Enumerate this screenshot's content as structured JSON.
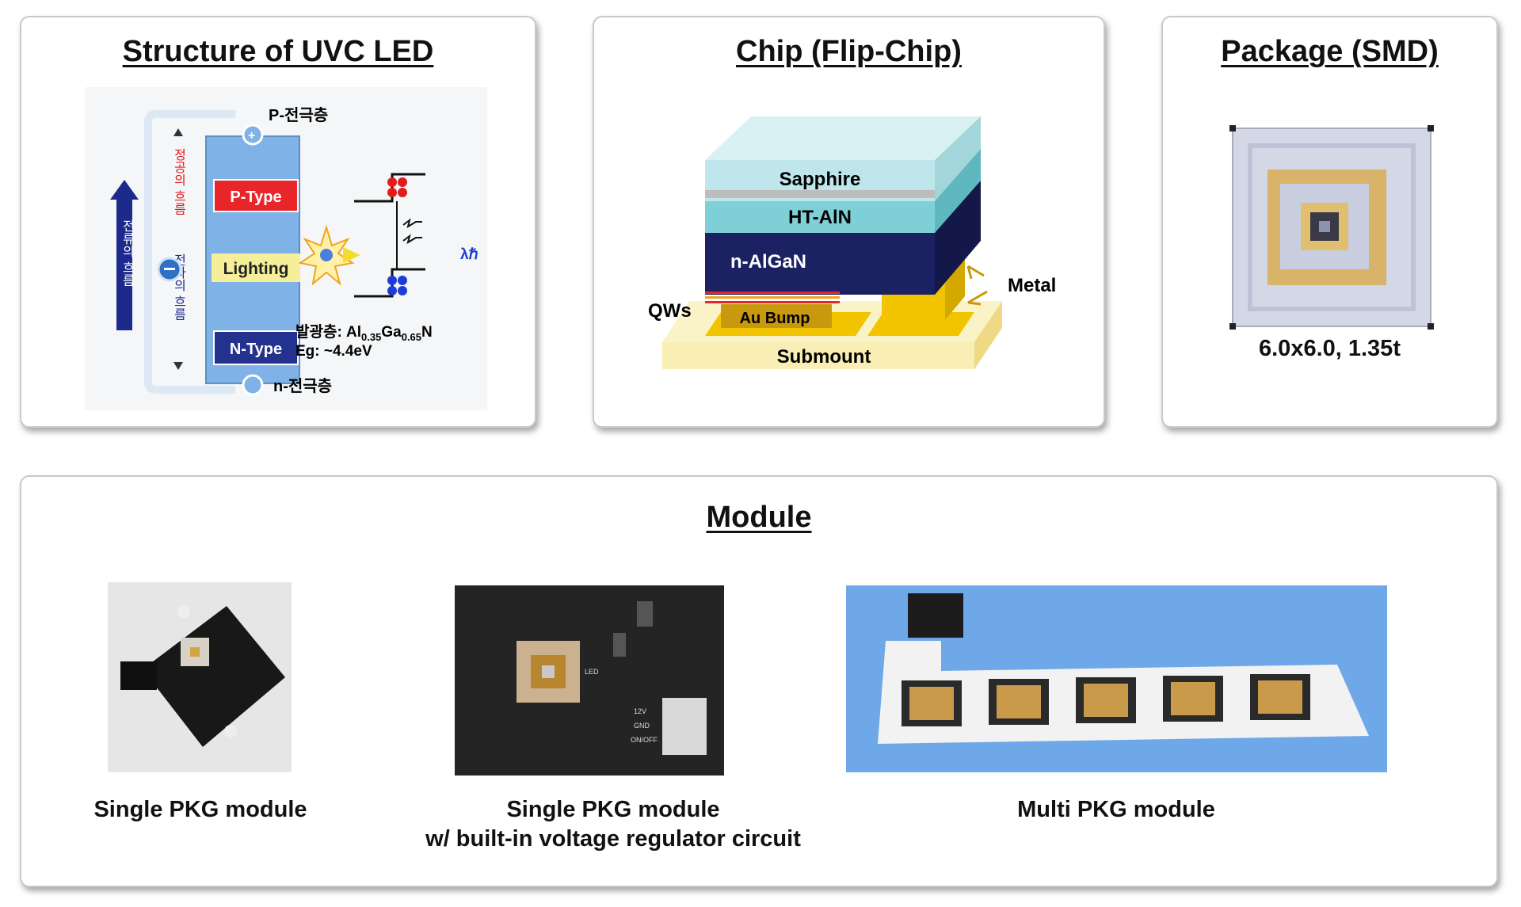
{
  "panels": {
    "structure": {
      "title": "Structure of UVC LED",
      "p_electrode": "P-전극층",
      "n_electrode": "n-전극층",
      "hole_flow": "정공의 흐름",
      "electron_flow": "전자의 흐름",
      "current_flow": "전류의 흐름",
      "p_type": "P-Type",
      "lighting": "Lighting",
      "n_type": "N-Type",
      "emission_label": "λℏ",
      "emit_layer_prefix": "발광층: Al",
      "al_sub": "0.35",
      "ga_text": "Ga",
      "ga_sub": "0.65",
      "n_text": "N",
      "eg": "Eg: ~4.4eV"
    },
    "chip": {
      "title": "Chip (Flip-Chip)",
      "sapphire": "Sapphire",
      "htaln": "HT-AlN",
      "nalgan": "n-AlGaN",
      "qws": "QWs",
      "metal": "Metal",
      "au_bump": "Au Bump",
      "submount": "Submount"
    },
    "package": {
      "title": "Package (SMD)",
      "spec": "6.0x6.0, 1.35t"
    },
    "module": {
      "title": "Module",
      "items": [
        {
          "caption_line1": "Single PKG module",
          "caption_line2": ""
        },
        {
          "caption_line1": "Single PKG module",
          "caption_line2": "w/ built-in voltage regulator circuit"
        },
        {
          "caption_line1": "Multi PKG module",
          "caption_line2": ""
        }
      ],
      "pcb_labels": {
        "led": "LED",
        "v12": "12V",
        "gnd": "GND",
        "onoff": "ON/OFF"
      }
    }
  },
  "colors": {
    "p_type": "#e8262a",
    "lighting": "#f6ef9a",
    "n_type": "#23328f",
    "sapphire": "#bfe6ea",
    "htaln": "#7fd0d6",
    "nalgan": "#1b2163",
    "gold": "#f2c400",
    "submount": "#f9eeb3",
    "module_bg": "#6fa8e8"
  }
}
